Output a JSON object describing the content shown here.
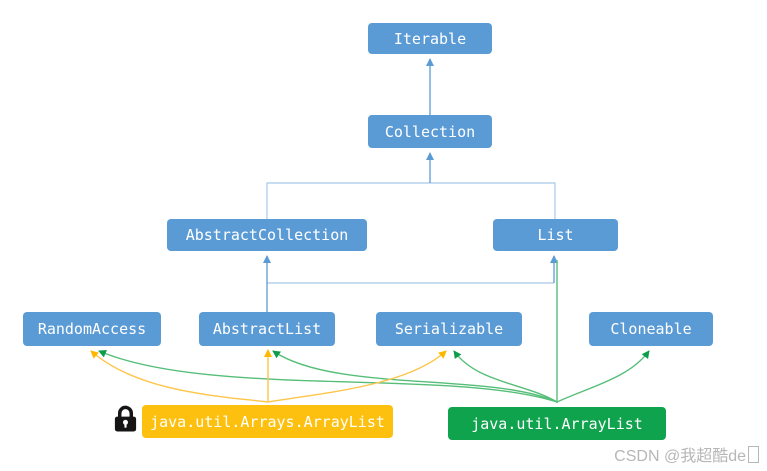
{
  "diagram": {
    "nodes": {
      "iterable": {
        "label": "Iterable",
        "color": "blue"
      },
      "collection": {
        "label": "Collection",
        "color": "blue"
      },
      "abstract_collection": {
        "label": "AbstractCollection",
        "color": "blue"
      },
      "list": {
        "label": "List",
        "color": "blue"
      },
      "random_access": {
        "label": "RandomAccess",
        "color": "blue"
      },
      "abstract_list": {
        "label": "AbstractList",
        "color": "blue"
      },
      "serializable": {
        "label": "Serializable",
        "color": "blue"
      },
      "cloneable": {
        "label": "Cloneable",
        "color": "blue"
      },
      "arrays_arraylist": {
        "label": "java.util.Arrays.ArrayList",
        "color": "yellow",
        "locked": true
      },
      "arraylist": {
        "label": "java.util.ArrayList",
        "color": "green"
      }
    },
    "edges": [
      {
        "from": "Collection",
        "to": "Iterable",
        "color": "blue"
      },
      {
        "from": "AbstractCollection",
        "to": "Collection",
        "color": "blue"
      },
      {
        "from": "List",
        "to": "Collection",
        "color": "blue"
      },
      {
        "from": "AbstractList",
        "to": "AbstractCollection",
        "color": "blue"
      },
      {
        "from": "AbstractList",
        "to": "List",
        "color": "blue"
      },
      {
        "from": "java.util.ArrayList",
        "to": "List",
        "color": "green"
      },
      {
        "from": "java.util.ArrayList",
        "to": "RandomAccess",
        "color": "green"
      },
      {
        "from": "java.util.ArrayList",
        "to": "AbstractList",
        "color": "green"
      },
      {
        "from": "java.util.ArrayList",
        "to": "Serializable",
        "color": "green"
      },
      {
        "from": "java.util.ArrayList",
        "to": "Cloneable",
        "color": "green"
      },
      {
        "from": "java.util.Arrays.ArrayList",
        "to": "RandomAccess",
        "color": "yellow"
      },
      {
        "from": "java.util.Arrays.ArrayList",
        "to": "AbstractList",
        "color": "yellow"
      },
      {
        "from": "java.util.Arrays.ArrayList",
        "to": "Serializable",
        "color": "yellow"
      }
    ]
  },
  "watermark": {
    "text": "CSDN @我超酷de"
  },
  "colors": {
    "node_blue": "#5B9BD5",
    "node_yellow": "#FEC00F",
    "node_green": "#10A34E",
    "edge_blue": "#5B9BD5",
    "edge_blue_light": "#A8CAE8",
    "edge_green": "#56BE79",
    "edge_yellow": "#FDC54A",
    "arrow_green": "#0B9D4B",
    "arrow_yellow": "#FFB700"
  }
}
